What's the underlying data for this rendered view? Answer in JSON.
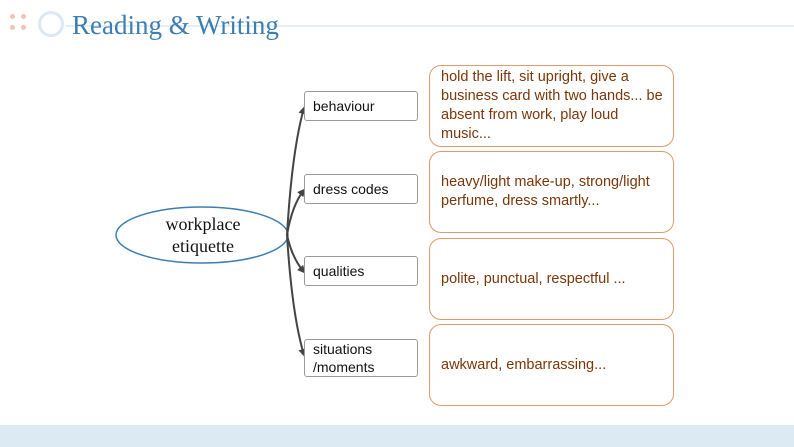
{
  "header": {
    "title": "Reading & Writing"
  },
  "diagram": {
    "center": "workplace\netiquette",
    "branches": [
      {
        "label": "behaviour",
        "detail": "hold the lift, sit upright, give a business card with two hands... be absent from work, play loud music..."
      },
      {
        "label": "dress codes",
        "detail": "heavy/light make-up, strong/light perfume, dress smartly..."
      },
      {
        "label": "qualities",
        "detail": "polite, punctual, respectful ..."
      },
      {
        "label": "situations\n/moments",
        "detail": "awkward, embarrassing..."
      }
    ]
  },
  "colors": {
    "title": "#3d7eb0",
    "detail_border": "#e09a6c",
    "detail_text": "#7a3608",
    "ellipse_border": "#3d7eb0"
  }
}
